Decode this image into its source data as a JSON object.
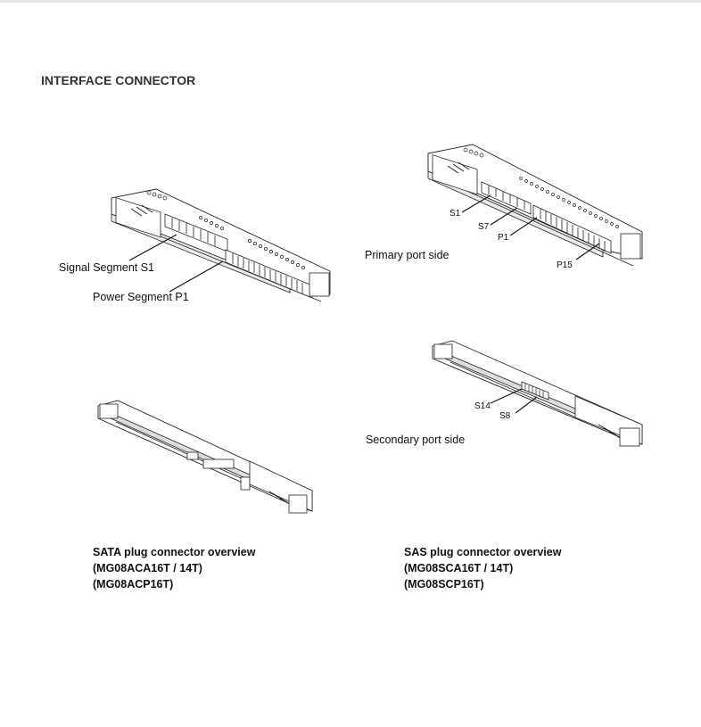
{
  "heading": "INTERFACE CONNECTOR",
  "sata_figure": {
    "signal_label": "Signal Segment S1",
    "power_label": "Power Segment P1"
  },
  "sas_primary": {
    "side_label": "Primary port side",
    "pins": {
      "s1": "S1",
      "s7": "S7",
      "p1": "P1",
      "p15": "P15"
    }
  },
  "sas_secondary": {
    "side_label": "Secondary port side",
    "pins": {
      "s14": "S14",
      "s8": "S8"
    }
  },
  "captions": {
    "sata": [
      "SATA plug connector overview",
      "(MG08ACA16T / 14T)",
      "(MG08ACP16T)"
    ],
    "sas": [
      "SAS plug connector overview",
      "(MG08SCA16T / 14T)",
      "(MG08SCP16T)"
    ]
  }
}
